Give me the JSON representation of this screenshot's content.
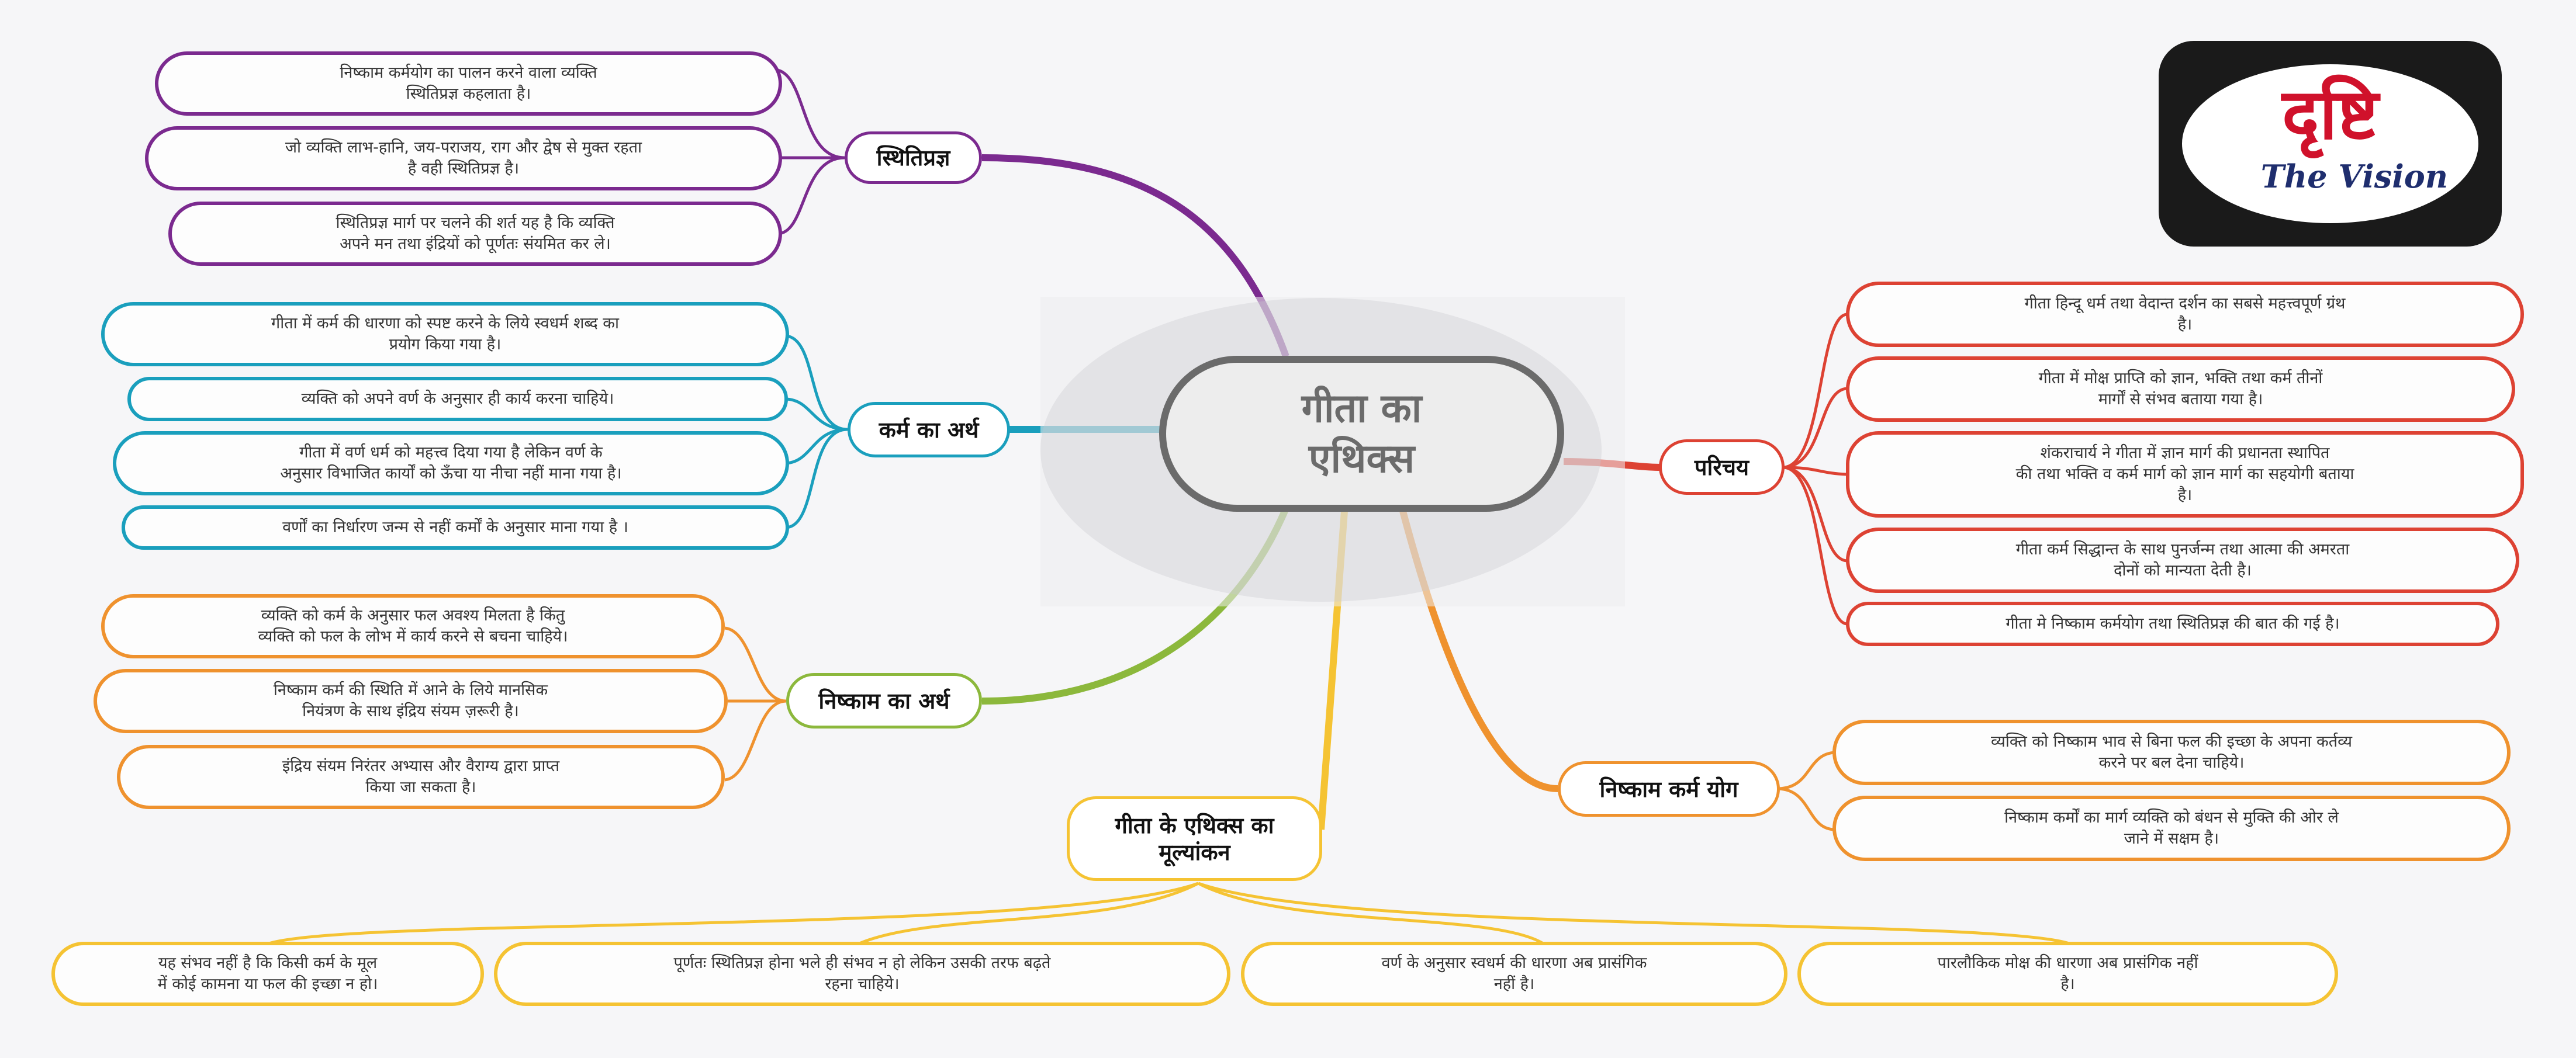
{
  "center": {
    "title": "गीता का\nएथिक्स"
  },
  "logo": {
    "hindi": "दृष्टि",
    "english": "The Vision"
  },
  "branches": {
    "sthitpragya": {
      "label": "स्थितिप्रज्ञ",
      "items": [
        "निष्काम कर्मयोग का पालन करने वाला व्यक्ति\nस्थितिप्रज्ञ कहलाता है।",
        "जो व्यक्ति लाभ-हानि, जय-पराजय, राग और द्वेष से मुक्त रहता\nहै वही स्थितिप्रज्ञ है।",
        "स्थितिप्रज्ञ मार्ग पर चलने की शर्त यह है कि व्यक्ति\nअपने मन तथा इंद्रियों को पूर्णतः संयमित कर ले।"
      ]
    },
    "karma": {
      "label": "कर्म का अर्थ",
      "items": [
        "गीता में कर्म की धारणा को स्पष्ट करने के लिये स्वधर्म शब्द का\nप्रयोग किया गया है।",
        "व्यक्ति को अपने वर्ण के अनुसार ही कार्य करना चाहिये।",
        "गीता में वर्ण धर्म को महत्त्व दिया गया है लेकिन वर्ण के\nअनुसार विभाजित कार्यों को ऊँचा या नीचा नहीं माना गया है।",
        "वर्णों का निर्धारण जन्म से नहीं कर्मों के अनुसार माना गया है ।"
      ]
    },
    "nishkam": {
      "label": "निष्काम का अर्थ",
      "items": [
        "व्यक्ति को कर्म के अनुसार फल अवश्य मिलता है किंतु\nव्यक्ति को फल के लोभ में कार्य करने से बचना चाहिये।",
        "निष्काम कर्म की स्थिति में आने के लिये मानसिक\nनियंत्रण के साथ इंद्रिय संयम ज़रूरी है।",
        "इंद्रिय संयम निरंतर अभ्यास और वैराग्य द्वारा प्राप्त\nकिया जा सकता है।"
      ]
    },
    "evaluation": {
      "label": "गीता के एथिक्स का\nमूल्यांकन",
      "items": [
        "यह संभव नहीं है कि किसी कर्म के मूल\nमें कोई कामना या फल की इच्छा न हो।",
        "पूर्णतः स्थितिप्रज्ञ होना भले ही संभव न हो लेकिन उसकी तरफ बढ़ते\nरहना चाहिये।",
        "वर्ण के अनुसार स्वधर्म की धारणा अब प्रासंगिक\nनहीं है।",
        "पारलौकिक मोक्ष की धारणा अब प्रासंगिक नहीं\nहै।"
      ]
    },
    "intro": {
      "label": "परिचय",
      "items": [
        "गीता हिन्दू धर्म तथा वेदान्त दर्शन का सबसे महत्त्वपूर्ण ग्रंथ\nहै।",
        "गीता में मोक्ष प्राप्ति को ज्ञान, भक्ति तथा कर्म तीनों\nमार्गों से संभव बताया गया है।",
        "शंकराचार्य ने गीता में ज्ञान मार्ग की प्रधानता स्थापित\nकी तथा भक्ति व कर्म मार्ग को ज्ञान मार्ग का सहयोगी बताया\nहै।",
        "गीता कर्म सिद्धान्त के साथ पुनर्जन्म तथा आत्मा की अमरता\nदोनों को मान्यता देती है।",
        "गीता मे निष्काम कर्मयोग तथा स्थितिप्रज्ञ की बात की गई है।"
      ]
    },
    "nishkamyog": {
      "label": "निष्काम कर्म योग",
      "items": [
        "व्यक्ति को निष्काम भाव से बिना फल की इच्छा के अपना कर्तव्य\nकरने पर बल देना चाहिये।",
        "निष्काम कर्मों का मार्ग व्यक्ति को बंधन से मुक्ति की ओर ले\nजाने में सक्षम है।"
      ]
    }
  },
  "colors": {
    "purple": "#7b2a8f",
    "teal": "#1a9fbd",
    "orange": "#ef922e",
    "green": "#8cb83c",
    "yellow": "#f5c333",
    "red": "#dd4233"
  }
}
